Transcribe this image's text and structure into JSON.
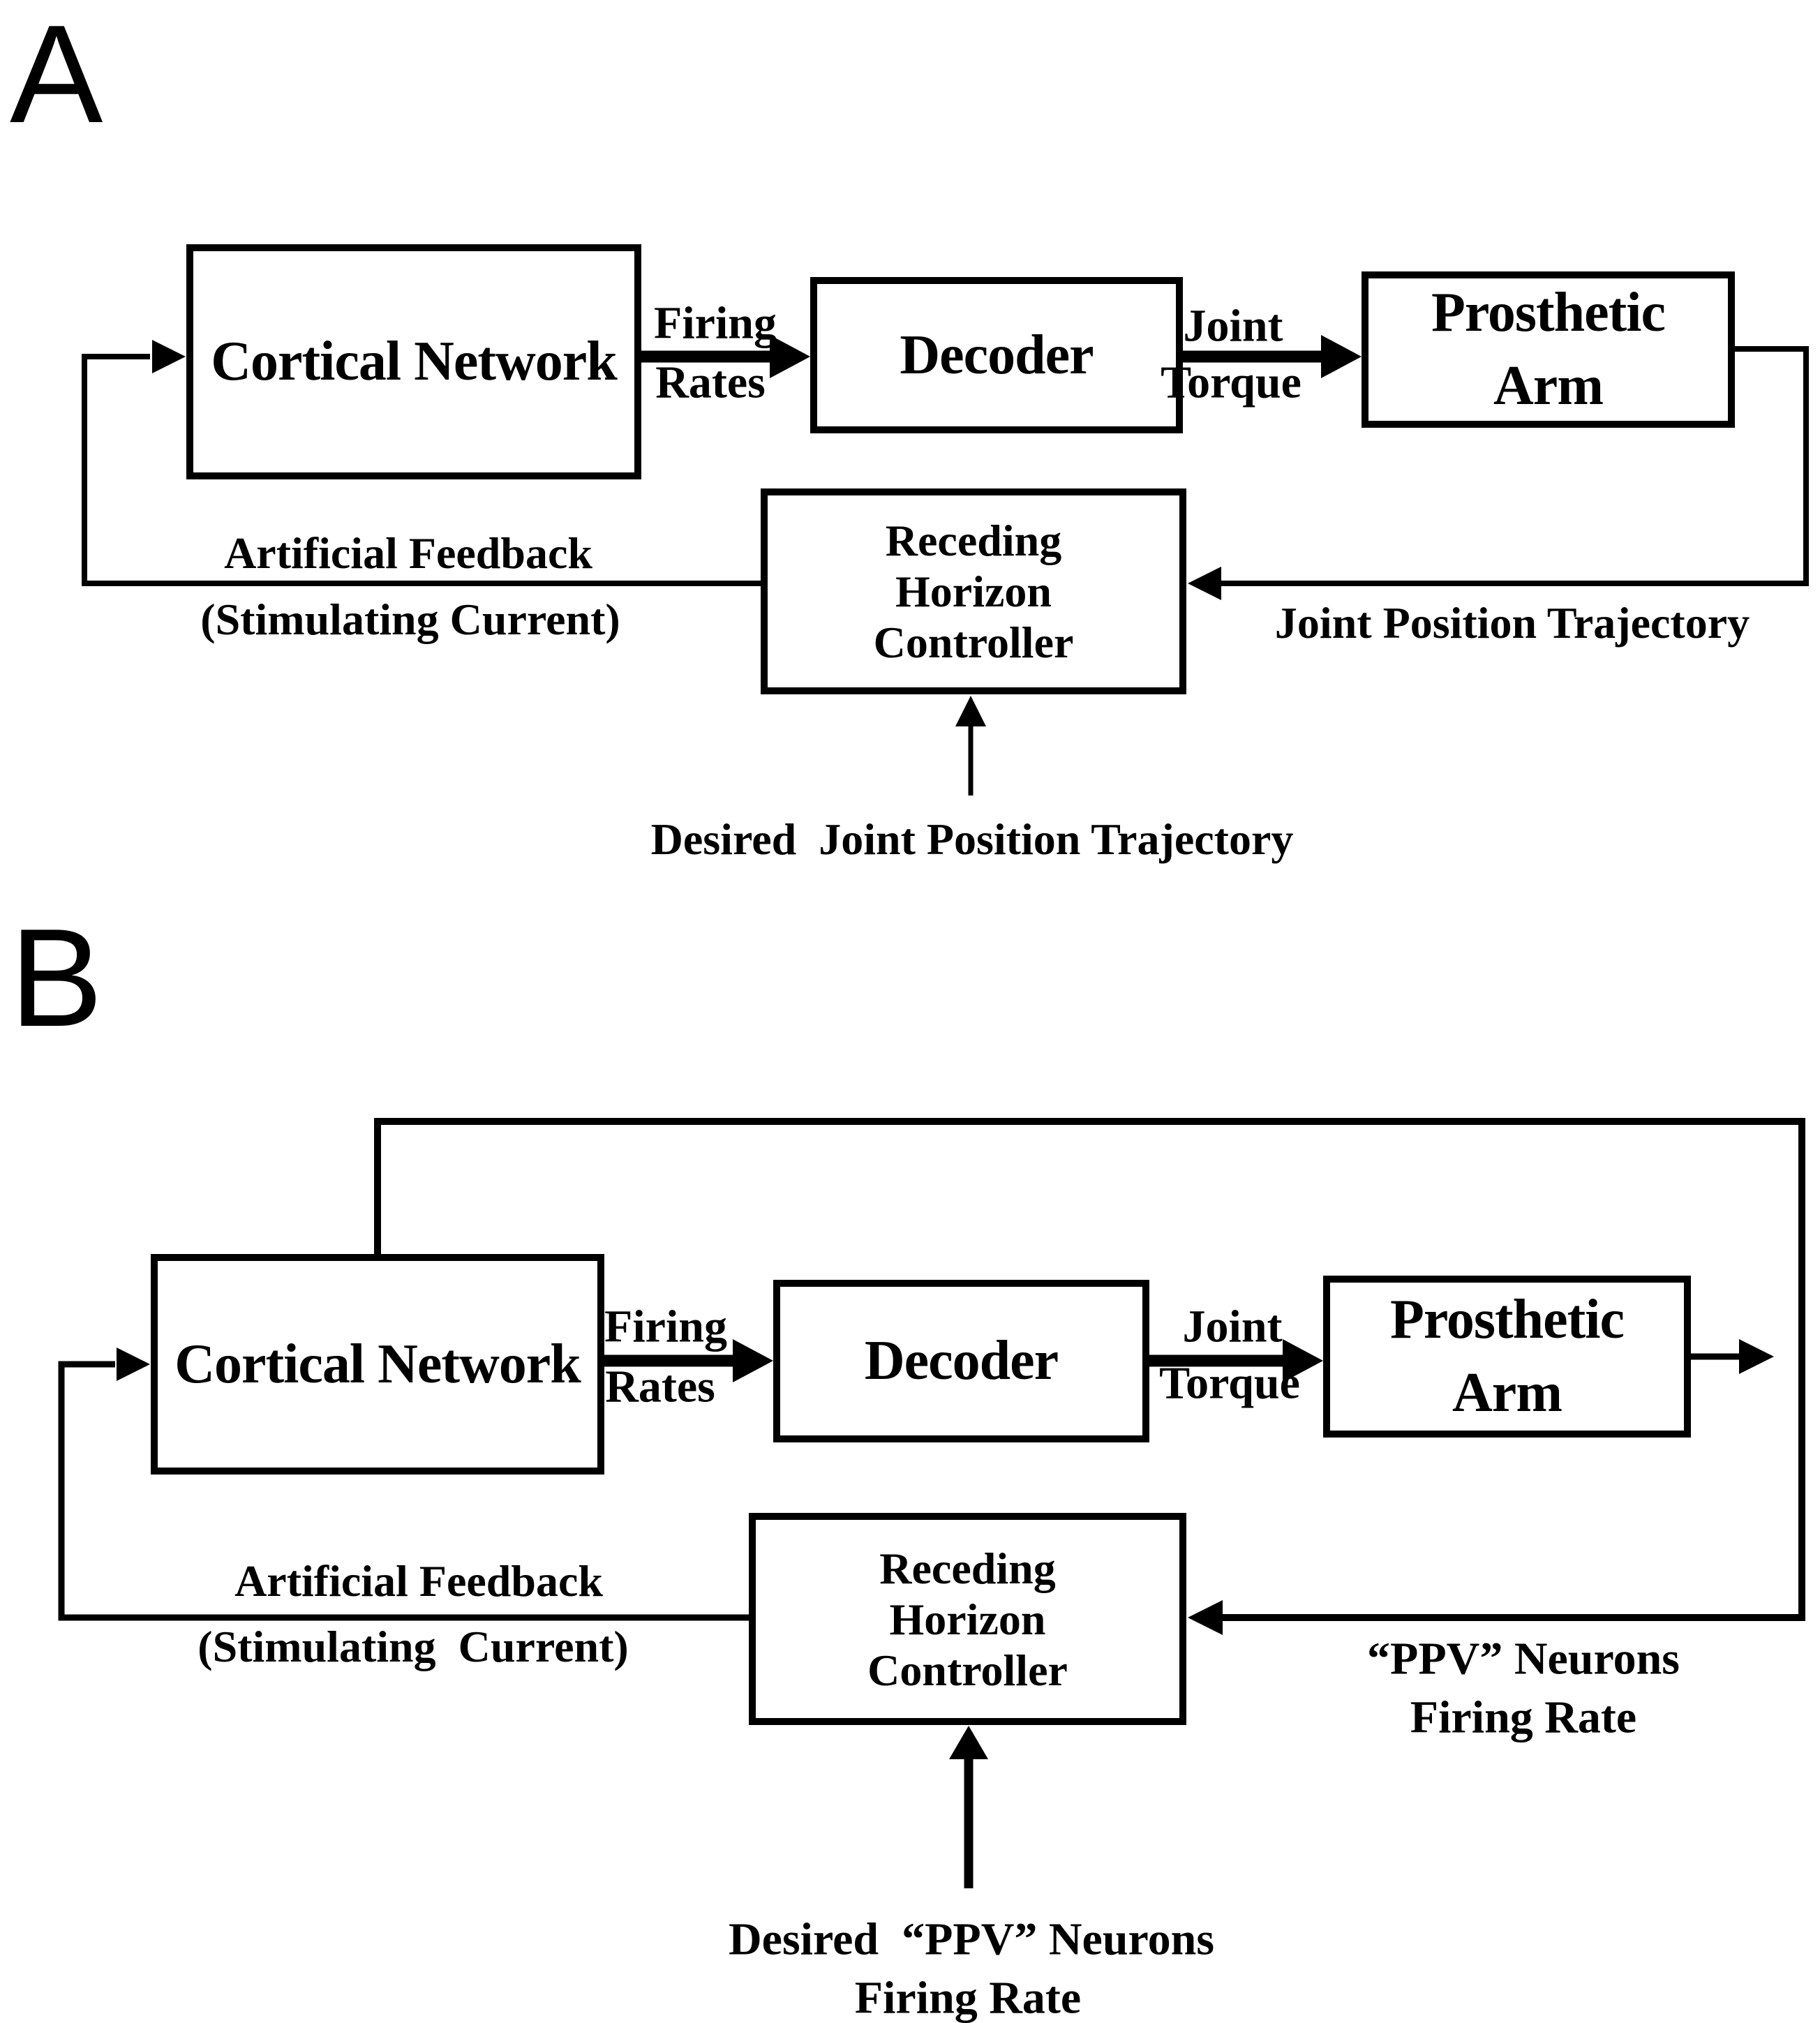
{
  "colors": {
    "ink": "#000000",
    "paper": "#ffffff"
  },
  "panels": [
    {
      "label": "A",
      "boxes": {
        "cortical_network": "Cortical Network",
        "decoder": "Decoder",
        "prosthetic_arm_line1": "Prosthetic",
        "prosthetic_arm_line2": "Arm",
        "controller_line1": "Receding",
        "controller_line2": "Horizon",
        "controller_line3": "Controller"
      },
      "labels": {
        "firing_line1": "Firing",
        "firing_line2": "Rates",
        "torque_line1": "Joint",
        "torque_line2": "Torque",
        "feedback_line1": "Artificial Feedback",
        "feedback_line2": "(Stimulating Current)",
        "plant_feedback": "Joint Position Trajectory",
        "reference": "Desired  Joint Position Trajectory"
      }
    },
    {
      "label": "B",
      "boxes": {
        "cortical_network": "Cortical Network",
        "decoder": "Decoder",
        "prosthetic_arm_line1": "Prosthetic",
        "prosthetic_arm_line2": "Arm",
        "controller_line1": "Receding",
        "controller_line2": "Horizon",
        "controller_line3": "Controller"
      },
      "labels": {
        "firing_line1": "Firing",
        "firing_line2": "Rates",
        "torque_line1": "Joint",
        "torque_line2": "Torque",
        "feedback_line1": "Artificial Feedback",
        "feedback_line2": "(Stimulating  Current)",
        "plant_feedback_line1": "“PPV” Neurons",
        "plant_feedback_line2": "Firing Rate",
        "reference_line1": "Desired  “PPV” Neurons",
        "reference_line2": "Firing Rate"
      }
    }
  ]
}
